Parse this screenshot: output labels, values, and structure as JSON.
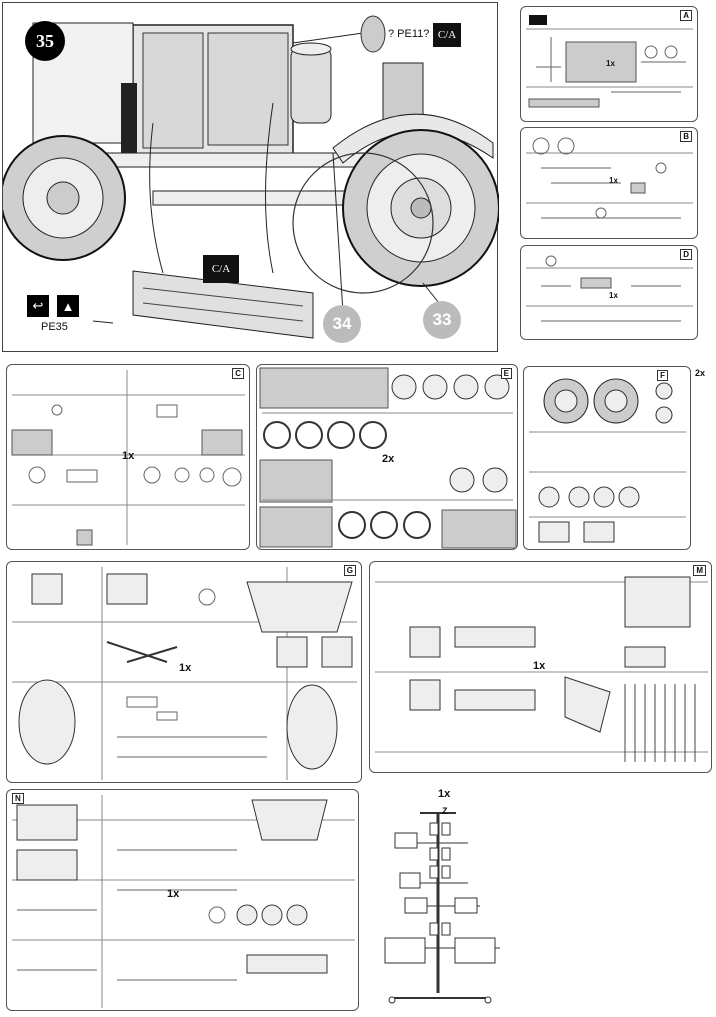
{
  "step": {
    "number": "35",
    "callout_pe11": "? PE11?",
    "ca_top": "C/A",
    "ca_mid": "C/A",
    "pe35": "PE35",
    "ref_34": "34",
    "ref_33": "33",
    "icons": [
      "bend-arrow-icon",
      "triangle-icon"
    ]
  },
  "sprues": {
    "A": {
      "letter": "A",
      "qty": "1x"
    },
    "B": {
      "letter": "B",
      "qty": "1x"
    },
    "D": {
      "letter": "D",
      "qty": "1x"
    },
    "C": {
      "letter": "C",
      "qty": "1x"
    },
    "E": {
      "letter": "E",
      "qty": "2x"
    },
    "F": {
      "letter": "F",
      "qty": "2x"
    },
    "G": {
      "letter": "G",
      "qty": "1x"
    },
    "M": {
      "letter": "M",
      "qty": "1x"
    },
    "N": {
      "letter": "N",
      "qty": "1x"
    },
    "Z": {
      "letter": "Z",
      "qty": "1x"
    }
  }
}
